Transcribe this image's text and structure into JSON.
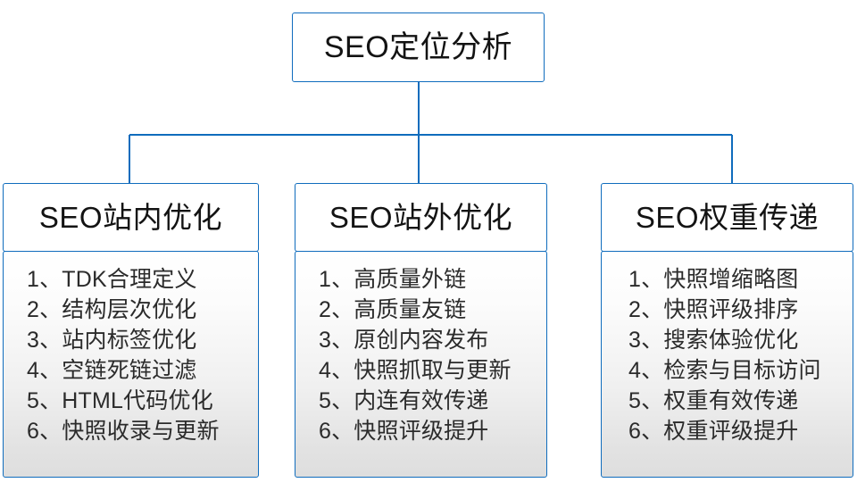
{
  "diagram": {
    "root": {
      "label": "SEO定位分析"
    },
    "accent_color": "#0f6cbd",
    "text_color": "#131313",
    "list_text_color": "#2b2b2b",
    "columns": [
      {
        "header": "SEO站内优化",
        "items": [
          "1、TDK合理定义",
          "2、结构层次优化",
          "3、站内标签优化",
          "4、空链死链过滤",
          "5、HTML代码优化",
          "6、快照收录与更新"
        ]
      },
      {
        "header": "SEO站外优化",
        "items": [
          "1、高质量外链",
          "2、高质量友链",
          "3、原创内容发布",
          "4、快照抓取与更新",
          "5、内连有效传递",
          "6、快照评级提升"
        ]
      },
      {
        "header": "SEO权重传递",
        "items": [
          "1、快照增缩略图",
          "2、快照评级排序",
          "3、搜索体验优化",
          "4、检索与目标访问",
          "5、权重有效传递",
          "6、权重评级提升"
        ]
      }
    ]
  }
}
